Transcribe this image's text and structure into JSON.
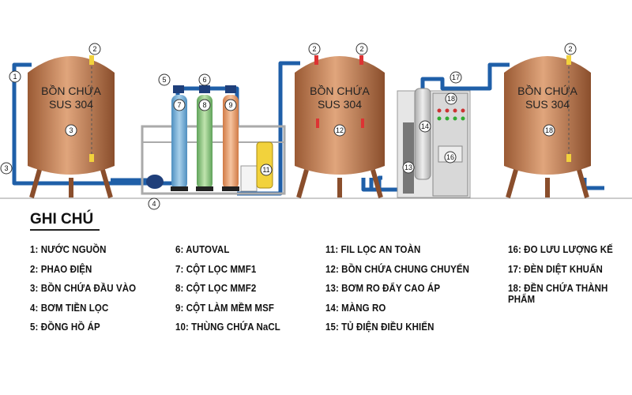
{
  "tank_label": {
    "line1": "BỒN CHỨA",
    "line2": "SUS 304"
  },
  "markers": {
    "m1": "1",
    "m2": "2",
    "m3": "3",
    "m4": "4",
    "m5": "5",
    "m6": "6",
    "m7": "7",
    "m8": "8",
    "m9": "9",
    "m11": "11",
    "m12": "12",
    "m13": "13",
    "m14": "14",
    "m16": "16",
    "m17": "17",
    "m18": "18"
  },
  "legend": {
    "title": "GHI CHÚ",
    "columns": [
      [
        "1: NƯỚC NGUỒN",
        "2: PHAO ĐIỆN",
        "3: BỒN CHỨA ĐẦU VÀO",
        "4: BƠM TIỀN LỌC",
        "5: ĐỒNG HỒ ÁP"
      ],
      [
        "6: AUTOVAL",
        "7: CỘT LỌC MMF1",
        "8: CỘT LỌC MMF2",
        "9: CỘT LÀM MỀM MSF",
        "10: THÙNG CHỨA NaCL"
      ],
      [
        "11: FIL LỌC AN TOÀN",
        "12: BỒN CHỨA CHUNG CHUYỂN",
        "13: BƠM RO ĐẨY CAO ÁP",
        "14: MÀNG RO",
        "15: TỦ ĐIỆN ĐIỀU KHIỂN"
      ],
      [
        "16: ĐO LƯU LƯỢNG KẾ",
        "17: ĐÈN DIỆT KHUẨN",
        "18: ĐỀN CHỨA THÀNH PHẨM"
      ]
    ]
  },
  "colors": {
    "tank": "#c98a5e",
    "pipe": "#1f5fa8",
    "mmf1": "#7fb4d8",
    "mmf2": "#9ccf8a",
    "msf": "#e8a070",
    "filter": "#f2d23c"
  }
}
